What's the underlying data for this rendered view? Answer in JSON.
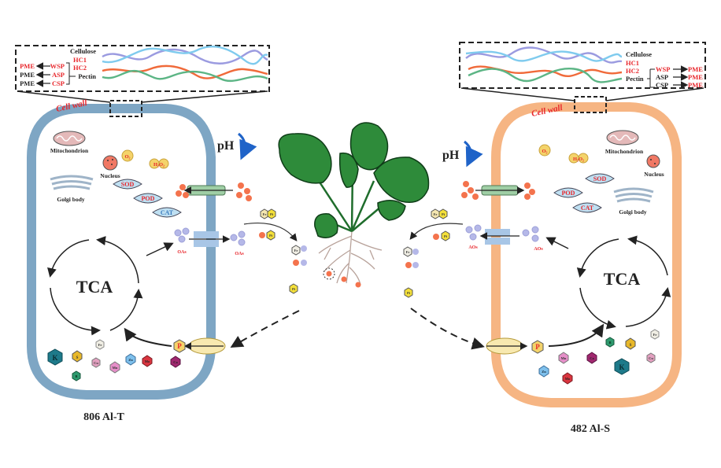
{
  "left_cell": {
    "genotype_label": "806  Al-T",
    "cell_wall_label": "Cell wall",
    "wall_color": "#7ea6c4",
    "inset": {
      "components": [
        {
          "label": "Cellulose",
          "color": "#222222"
        },
        {
          "label": "HC1",
          "color": "#e8262b"
        },
        {
          "label": "HC2",
          "color": "#e8262b"
        },
        {
          "label": "Pectin",
          "color": "#222222"
        }
      ],
      "pectin_fractions": [
        {
          "fraction": "WSP",
          "enzyme": "PME",
          "fraction_color": "#e8262b",
          "enzyme_color": "#e8262b"
        },
        {
          "fraction": "ASP",
          "enzyme": "PME",
          "fraction_color": "#e8262b",
          "enzyme_color": "#222222"
        },
        {
          "fraction": "CSP",
          "enzyme": "PME",
          "fraction_color": "#e8262b",
          "enzyme_color": "#222222"
        }
      ]
    },
    "organelles": [
      "Mitochondrion",
      "Nucleus",
      "Golgi body"
    ],
    "ros": [
      "O₂",
      "H₂O₂"
    ],
    "enzymes": [
      "SOD",
      "POD",
      "CAT"
    ],
    "ph_label": "pH",
    "oas_label": "OAs",
    "cycle_label": "TCA",
    "phosphate_label": "P",
    "nutrients": [
      "K",
      "S",
      "Fe",
      "Cu",
      "Mn",
      "Zn",
      "Mo",
      "Ca",
      "B"
    ]
  },
  "right_cell": {
    "genotype_label": "482  Al-S",
    "cell_wall_label": "Cell wall",
    "wall_color": "#f6b583",
    "inset": {
      "components": [
        {
          "label": "Cellulose",
          "color": "#222222"
        },
        {
          "label": "HC1",
          "color": "#e8262b"
        },
        {
          "label": "HC2",
          "color": "#e8262b"
        },
        {
          "label": "Pectin",
          "color": "#222222"
        }
      ],
      "pectin_fractions": [
        {
          "fraction": "WSP",
          "enzyme": "PME",
          "fraction_color": "#e8262b",
          "enzyme_color": "#e8262b"
        },
        {
          "fraction": "ASP",
          "enzyme": "PME",
          "fraction_color": "#222222",
          "enzyme_color": "#e8262b"
        },
        {
          "fraction": "CSP",
          "enzyme": "PME",
          "fraction_color": "#222222",
          "enzyme_color": "#e8262b"
        }
      ]
    },
    "organelles": [
      "Mitochondrion",
      "Nucleus",
      "Golgi body"
    ],
    "ros": [
      "O₂",
      "H₂O₂"
    ],
    "enzymes": [
      "SOD",
      "POD",
      "CAT"
    ],
    "ph_label": "pH",
    "oas_label": "AOs",
    "cycle_label": "TCA",
    "phosphate_label": "P",
    "nutrients": [
      "K",
      "S",
      "Fe",
      "Cu",
      "Mn",
      "Zn",
      "Mo",
      "Ca",
      "B"
    ]
  },
  "soil": {
    "fe_label": "Fe",
    "p_label": "Pi"
  },
  "colors": {
    "cellulose_a": "#9b9be0",
    "cellulose_b": "#7fcbee",
    "hc_line": "#f06a3a",
    "pectin_line": "#5cb585",
    "al_ion": "#f4734d",
    "oa_ion": "#b5b8e8",
    "leaf": "#2e8b3a",
    "root": "#b8a29a"
  }
}
